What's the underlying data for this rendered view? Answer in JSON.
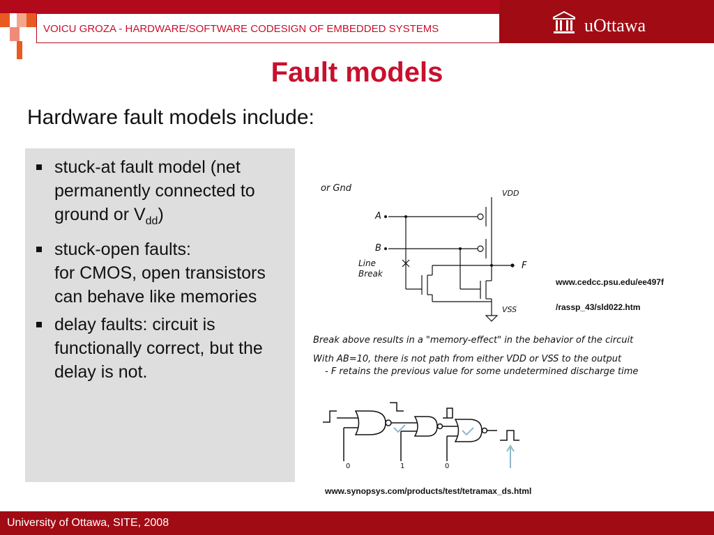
{
  "header": {
    "title": "VOICU GROZA - HARDWARE/SOFTWARE CODESIGN OF EMBEDDED SYSTEMS",
    "logo_text": "uOttawa"
  },
  "slide": {
    "title": "Fault models",
    "subtitle": "Hardware fault models include:",
    "bullets": {
      "b1_text": "stuck-at fault model (net permanently connected to ground or V",
      "b1_sub": "dd",
      "b1_end": ")",
      "b2_line1": "stuck-open faults:",
      "b2_line2": "for CMOS, open transistors can behave like memories",
      "b3_text": "delay faults: circuit is functionally correct, but the delay is not."
    }
  },
  "circuit": {
    "fragment": "or Gnd",
    "vdd": "VDD",
    "vss": "VSS",
    "a": "A",
    "b": "B",
    "f": "F",
    "line_break_1": "Line",
    "line_break_2": "Break",
    "note1": "Break above results in a \"memory-effect\" in the behavior of the circuit",
    "note2": "With AB=10, there is not path from either VDD or VSS to the output",
    "note3": "- F retains the previous value for some undetermined discharge time",
    "url1": "www.cedcc.psu.edu/ee497f",
    "url2": "/rassp_43/sld022.htm"
  },
  "gates": {
    "in1": "0",
    "in2": "1",
    "in3": "0",
    "url": "www.synopsys.com/products/test/tetramax_ds.html"
  },
  "footer": {
    "text": "University of Ottawa, SITE, 2008"
  },
  "colors": {
    "accent": "#c8102e",
    "band": "#a10b14"
  }
}
